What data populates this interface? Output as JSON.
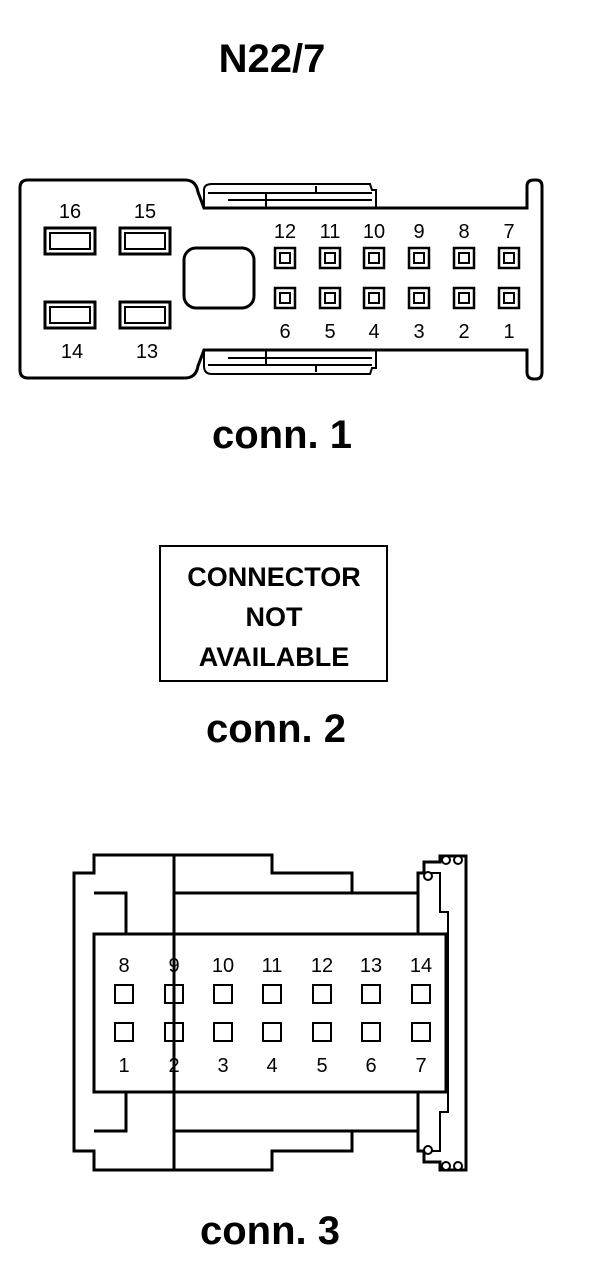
{
  "title": "N22/7",
  "conn1": {
    "caption": "conn. 1",
    "large_pins_top": [
      "16",
      "15"
    ],
    "large_pins_bottom": [
      "14",
      "13"
    ],
    "small_pins_top": [
      "12",
      "11",
      "10",
      "9",
      "8",
      "7"
    ],
    "small_pins_bottom": [
      "6",
      "5",
      "4",
      "3",
      "2",
      "1"
    ]
  },
  "conn2": {
    "caption": "conn. 2",
    "lines": [
      "CONNECTOR",
      "NOT",
      "AVAILABLE"
    ]
  },
  "conn3": {
    "caption": "conn. 3",
    "pins_top": [
      "8",
      "9",
      "10",
      "11",
      "12",
      "13",
      "14"
    ],
    "pins_bottom": [
      "1",
      "2",
      "3",
      "4",
      "5",
      "6",
      "7"
    ]
  }
}
